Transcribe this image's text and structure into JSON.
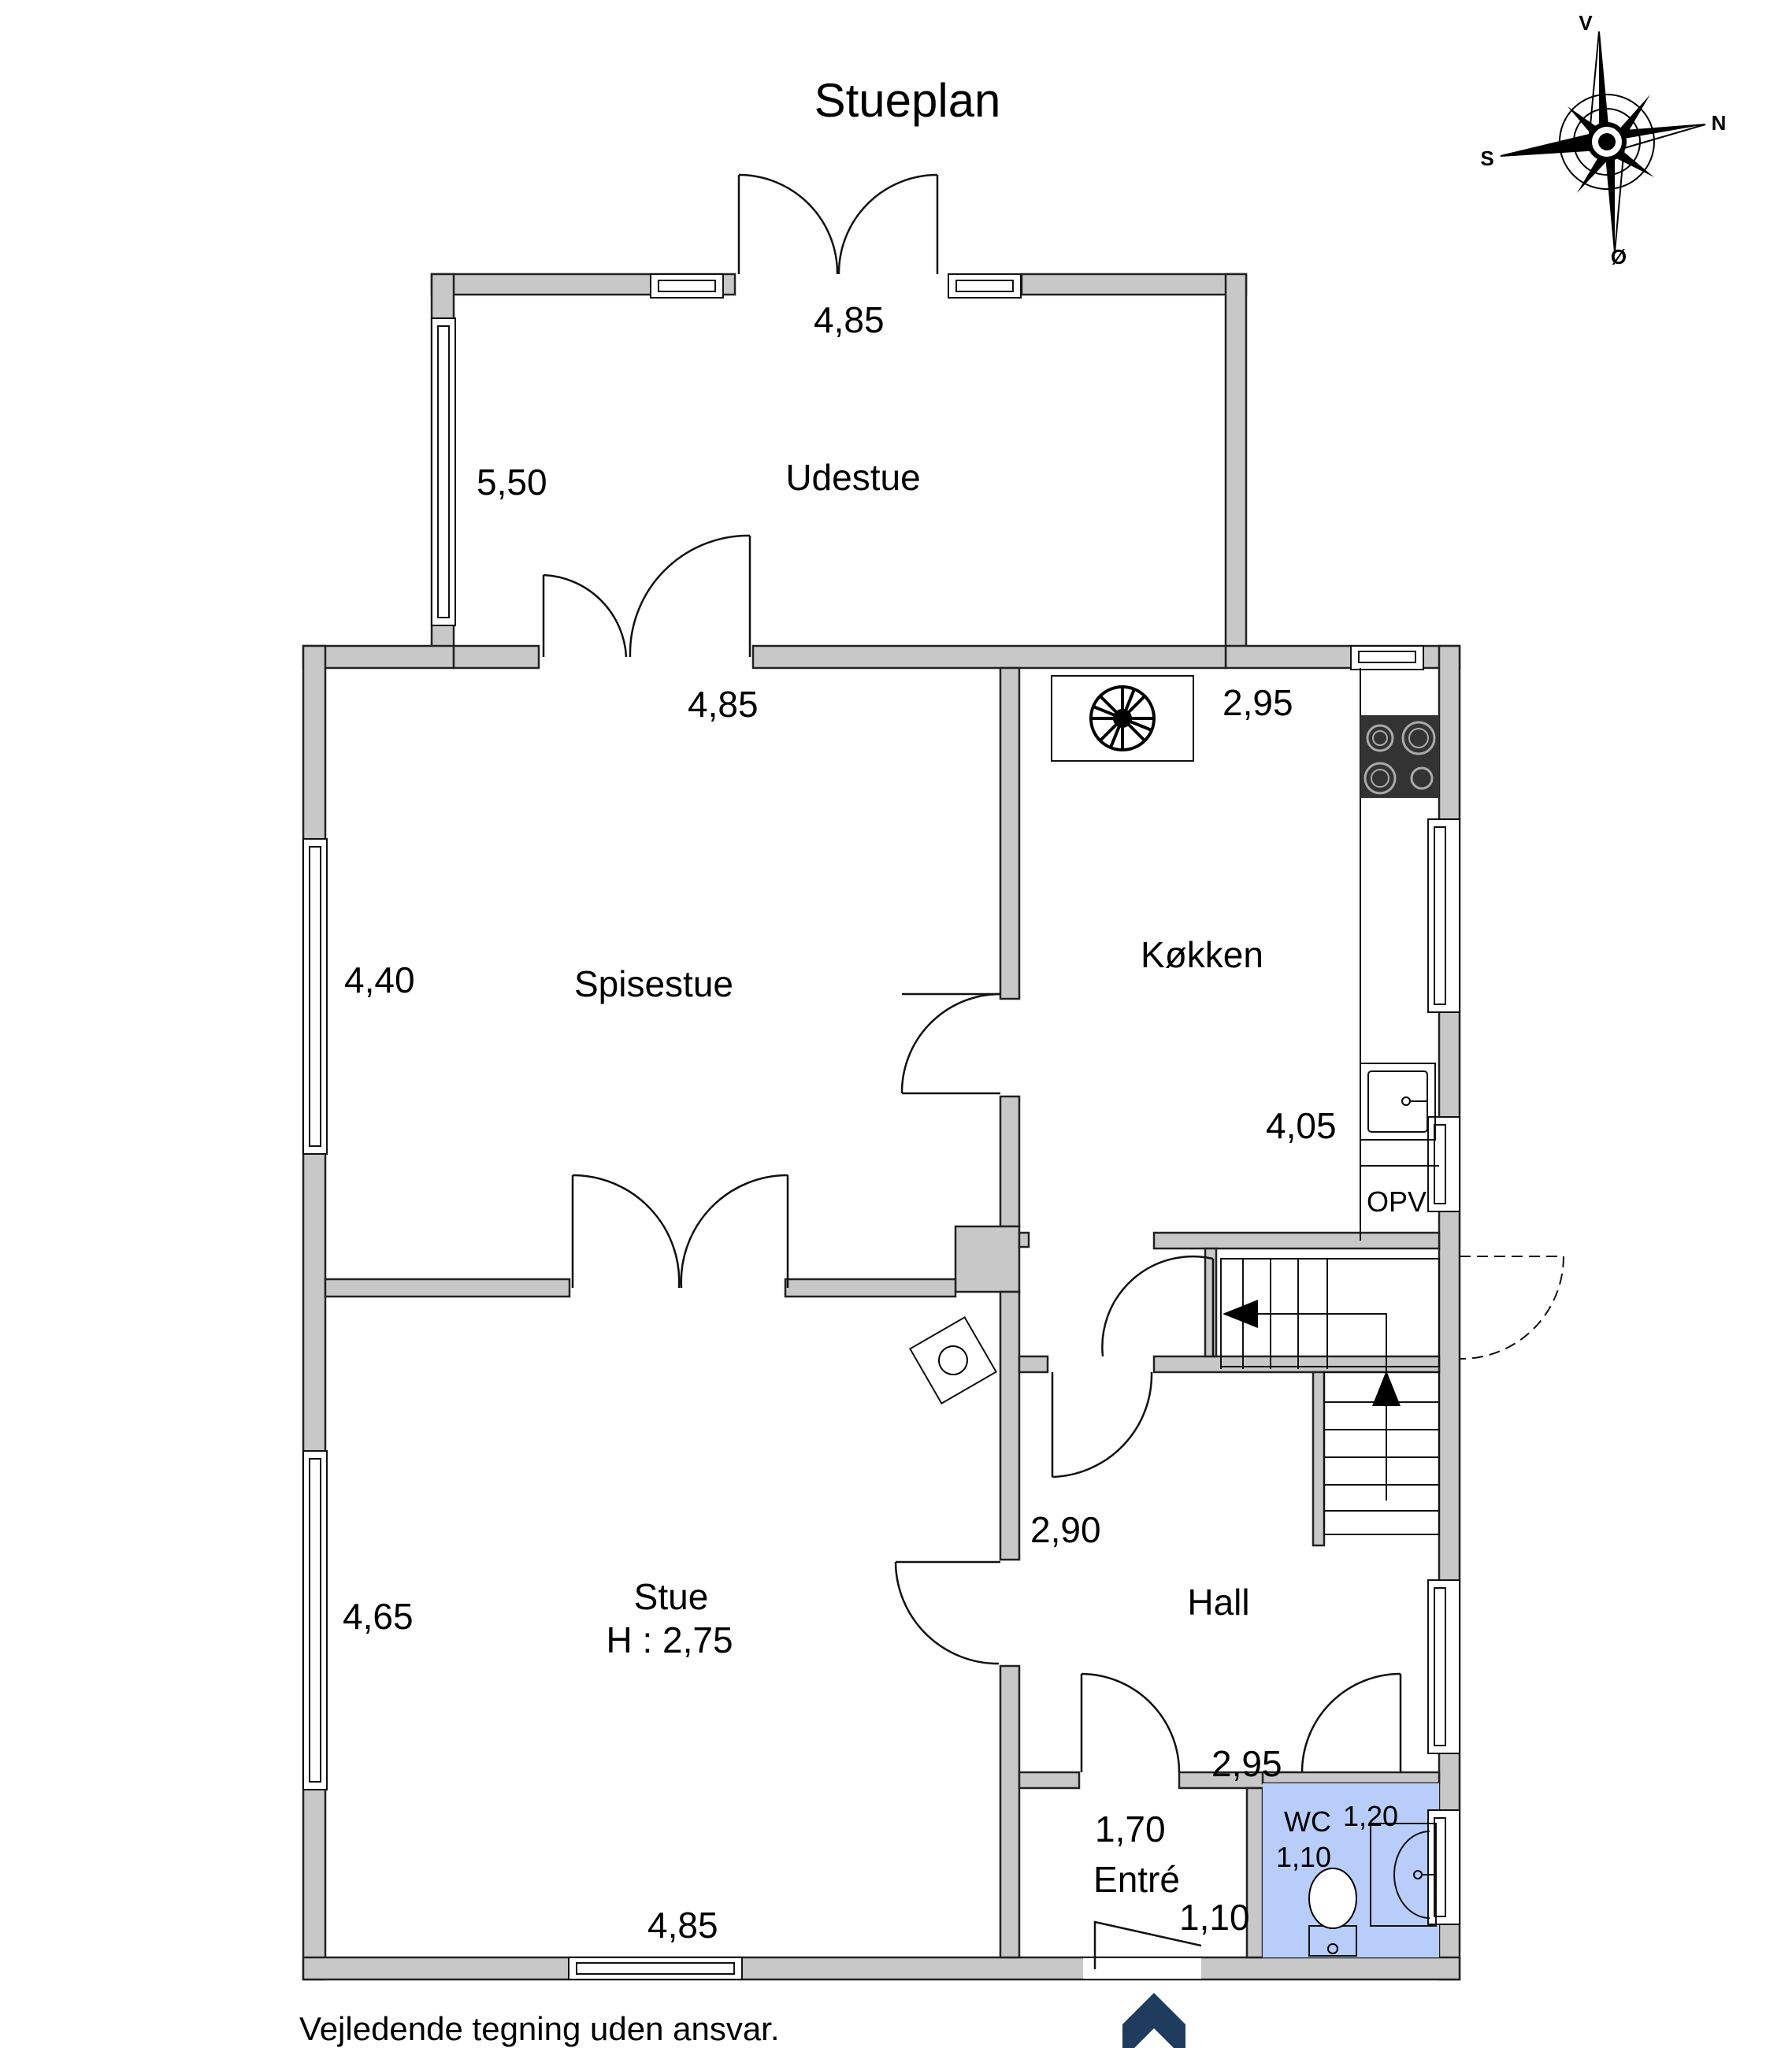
{
  "title": "Stueplan",
  "footer": "Vejledende tegning uden ansvar.",
  "compass": {
    "top": "V",
    "right": "N",
    "left": "S",
    "bottom": "Ø"
  },
  "rooms": {
    "udestue": {
      "name": "Udestue",
      "width": "4,85",
      "depth": "5,50"
    },
    "spisestue": {
      "name": "Spisestue",
      "width": "4,85",
      "depth": "4,40"
    },
    "kokken": {
      "name": "Køkken",
      "width": "2,95",
      "depth": "4,05",
      "cabinet": "OPV"
    },
    "stue": {
      "name": "Stue",
      "height": "H : 2,75",
      "width": "4,85",
      "depth": "4,65"
    },
    "hall": {
      "name": "Hall",
      "width": "2,95",
      "depth": "2,90"
    },
    "entre": {
      "name": "Entré",
      "width": "1,70",
      "depth": "1,10"
    },
    "wc": {
      "name": "WC",
      "width": "1,20",
      "depth": "1,10"
    }
  },
  "colors": {
    "wall": "#c8c8c8",
    "wc_floor": "#b9cdfa",
    "entrance_arrow": "#1f3b5e"
  }
}
